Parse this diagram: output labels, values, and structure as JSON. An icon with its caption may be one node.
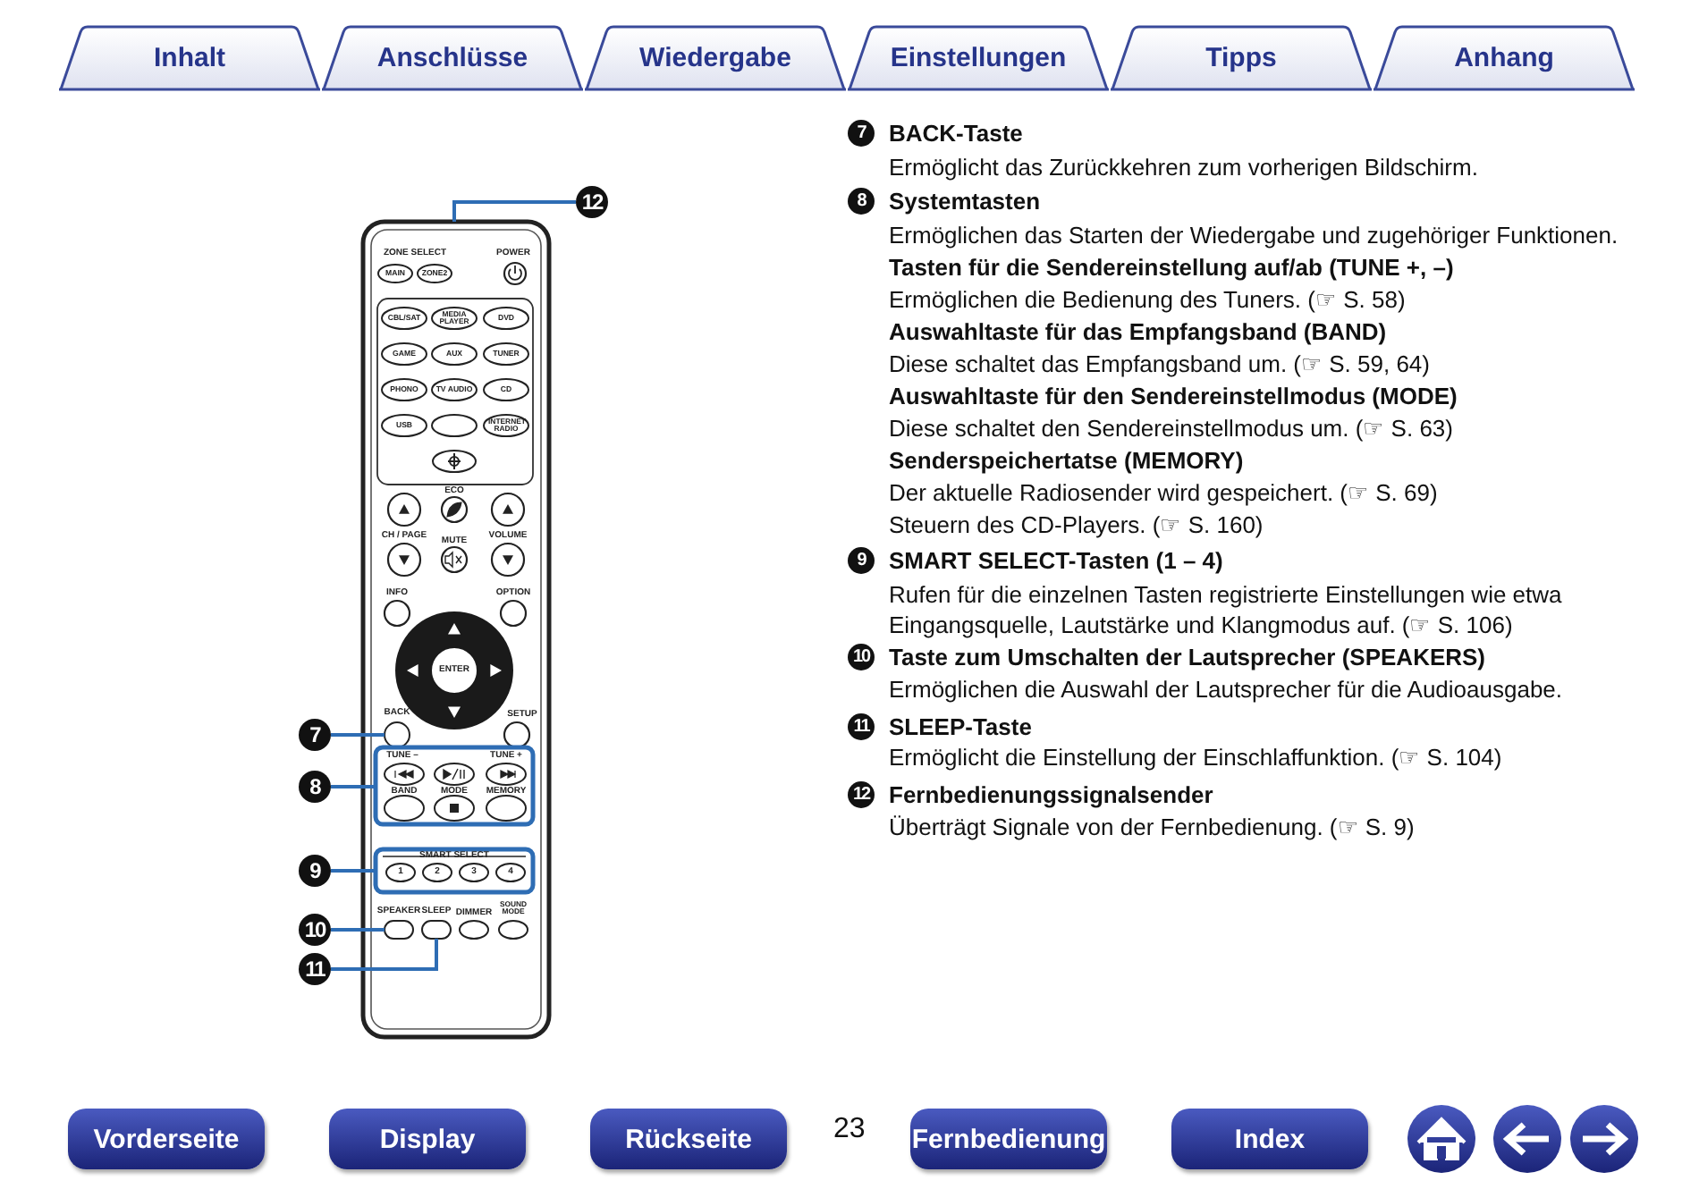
{
  "diagram": {
    "nodes": [
      {
        "text": [],
        "shape": "picture"
      },
      {
        "text": [
          "12"
        ]
      },
      {
        "text": [
          "7"
        ]
      },
      {
        "text": [],
        "shape": "circle",
        "in": 0,
        "beside": [
          "BACK"
        ]
      },
      {
        "text": [
          "8"
        ]
      },
      {
        "text": [],
        "shape": "box",
        "in": 0
      },
      {
        "text": [
          "9"
        ]
      },
      {
        "text": [],
        "shape": "box",
        "in": 0
      },
      {
        "text": [
          "10"
        ]
      },
      {
        "text": [],
        "shape": "box",
        "in": 0,
        "beside": [
          "SPEAKER"
        ]
      },
      {
        "text": [
          "11"
        ]
      },
      {
        "text": [],
        "shape": "box",
        "in": 0,
        "beside": [
          "SLEEP"
        ]
      }
    ],
    "edges": [
      {
        "from": 1,
        "to": 0,
        "arrow": "none"
      },
      {
        "from": 2,
        "to": 3,
        "arrow": "none"
      },
      {
        "from": 4,
        "to": 5,
        "arrow": "none"
      },
      {
        "from": 6,
        "to": 7,
        "arrow": "none"
      },
      {
        "from": 8,
        "to": 9,
        "arrow": "none"
      },
      {
        "from": 10,
        "to": 11,
        "arrow": "none"
      }
    ],
    "labels": [
      "Inhalt",
      "Anschlüsse",
      "Wiedergabe",
      "Einstellungen",
      "Tipps",
      "Anhang",
      "ZONE SELECT",
      "POWER",
      "MAIN",
      "ZONE2",
      "CBL/SAT",
      "MEDIA PLAYER",
      "DVD",
      "GAME",
      "AUX",
      "TUNER",
      "PHONO",
      "TV AUDIO",
      "CD",
      "USB",
      "INTERNET RADIO",
      "ECO",
      "CH / PAGE",
      "MUTE",
      "VOLUME",
      "INFO",
      "OPTION",
      "ENTER",
      "SETUP",
      "TUNE –",
      "TUNE +",
      "BAND",
      "MODE",
      "MEMORY",
      "SMART SELECT",
      "1",
      "2",
      "3",
      "4",
      "DIMMER",
      "SOUND MODE",
      "7",
      "BACK-Taste",
      "Ermöglicht das Zurückkehren zum vorherigen Bildschirm.",
      "8",
      "Systemtasten",
      "Ermöglichen das Starten der Wiedergabe und zugehöriger Funktionen.",
      "Tasten für die Sendereinstellung auf/ab (TUNE +, –)",
      "Ermöglichen die Bedienung des Tuners. (☞ S. 58)",
      "Auswahltaste für das Empfangsband (BAND)",
      "Diese schaltet das Empfangsband um. (☞ S. 59, 64)",
      "Auswahltaste für den Sendereinstellmodus (MODE)",
      "Diese schaltet den Sendereinstellmodus um. (☞ S. 63)",
      "Senderspeichertatse (MEMORY)",
      "Der aktuelle Radiosender wird gespeichert. (☞ S. 69)",
      "Steuern des CD-Players. (☞ S. 160)",
      "9",
      "SMART SELECT-Tasten (1 – 4)",
      "Rufen für die einzelnen Tasten registrierte Einstellungen wie etwa Eingangsquelle, Lautstärke und Klangmodus auf. (☞ S. 106)",
      "10",
      "Taste zum Umschalten der Lautsprecher (SPEAKERS)",
      "Ermöglichen die Auswahl der Lautsprecher für die Audioausgabe.",
      "11",
      "SLEEP-Taste",
      "Ermöglicht die Einstellung der Einschlaffunktion. (☞ S. 104)",
      "12",
      "Fernbedienungssignalsender",
      "Überträgt Signale von der Fernbedienung. (☞ S. 9)",
      "Vorderseite",
      "Display",
      "Rückseite",
      "23",
      "Fernbedienung",
      "Index"
    ]
  }
}
